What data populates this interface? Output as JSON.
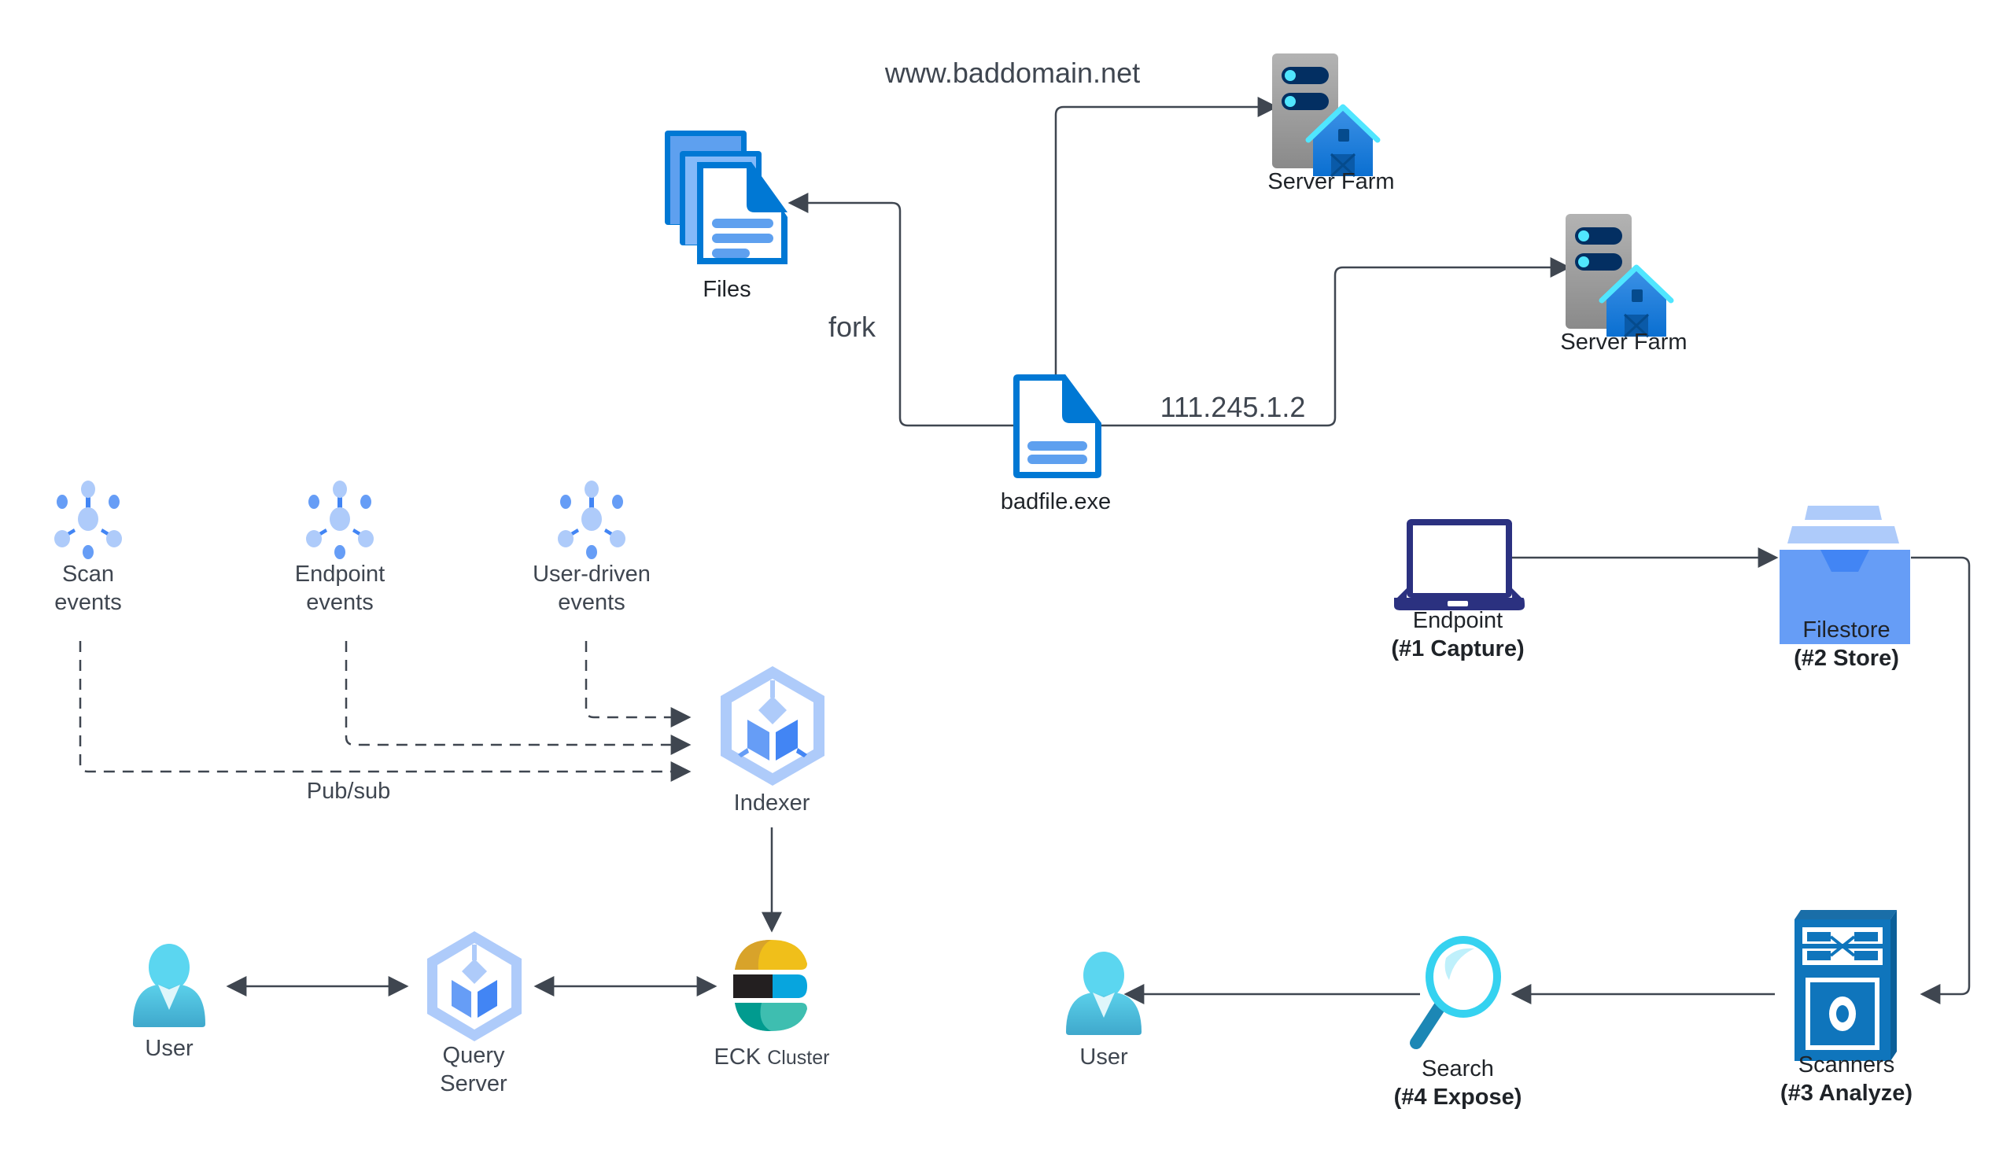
{
  "diagram": {
    "top": {
      "files": {
        "label": "Files",
        "icon": "files-icon"
      },
      "badfile": {
        "label": "badfile.exe",
        "icon": "document-icon"
      },
      "server_farm_1": {
        "label": "Server Farm",
        "icon": "server-farm-icon"
      },
      "server_farm_2": {
        "label": "Server Farm",
        "icon": "server-farm-icon"
      },
      "edge_labels": {
        "domain": "www.baddomain.net",
        "fork": "fork",
        "ip": "111.245.1.2"
      }
    },
    "pipeline": {
      "events": [
        {
          "line1": "Scan",
          "line2": "events",
          "icon": "pubsub-icon"
        },
        {
          "line1": "Endpoint",
          "line2": "events",
          "icon": "pubsub-icon"
        },
        {
          "line1": "User-driven",
          "line2": "events",
          "icon": "pubsub-icon"
        }
      ],
      "pubsub_label": "Pub/sub",
      "indexer": {
        "label": "Indexer",
        "icon": "kubernetes-engine-icon"
      },
      "eck": {
        "label_main": "ECK",
        "label_sub": "Cluster",
        "icon": "elasticsearch-icon"
      },
      "query_server": {
        "line1": "Query",
        "line2": "Server",
        "icon": "kubernetes-engine-icon"
      },
      "user": {
        "label": "User",
        "icon": "user-icon"
      }
    },
    "workflow": {
      "endpoint": {
        "line1": "Endpoint",
        "line2": "(#1 Capture)",
        "icon": "laptop-icon"
      },
      "filestore": {
        "line1": "Filestore",
        "line2": "(#2 Store)",
        "icon": "filestore-icon"
      },
      "scanners": {
        "line1": "Scanners",
        "line2": "(#3 Analyze)",
        "icon": "scanner-appliance-icon"
      },
      "search": {
        "line1": "Search",
        "line2": "(#4 Expose)",
        "icon": "search-icon"
      },
      "user": {
        "label": "User",
        "icon": "user-icon"
      }
    },
    "colors": {
      "edge": "#3f4650",
      "blue_primary": "#0078d4",
      "blue_light": "#5ea0ef",
      "gcp_light": "#aecbfa",
      "gcp_mid": "#669df6",
      "gcp_dark": "#4285f4",
      "navy": "#2b3180",
      "cyan": "#50e6ff"
    }
  }
}
